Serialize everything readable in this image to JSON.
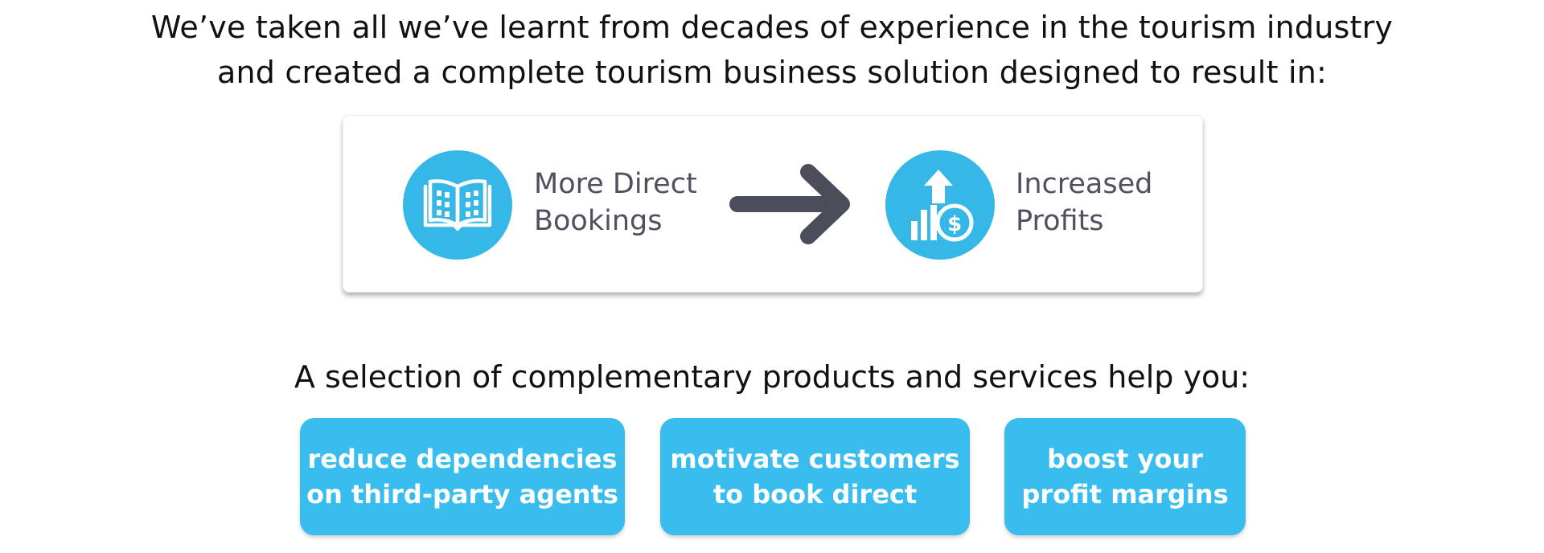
{
  "intro": {
    "line1": "We’ve taken all we’ve learnt from decades of experience in the tourism industry",
    "line2": "and created a complete tourism business solution designed to result in:"
  },
  "result_card": {
    "left": {
      "icon": "open-book-icon",
      "line1": "More Direct",
      "line2": "Bookings"
    },
    "arrow_icon": "arrow-right-icon",
    "right": {
      "icon": "profit-growth-icon",
      "line1": "Increased",
      "line2": "Profits"
    }
  },
  "subtitle": "A selection of complementary products and services help you:",
  "benefits": [
    {
      "line1": "reduce dependencies",
      "line2": "on third-party agents"
    },
    {
      "line1": "motivate customers",
      "line2": "to book direct"
    },
    {
      "line1": "boost your",
      "line2": "profit margins"
    }
  ],
  "colors": {
    "accent": "#38bdee",
    "icon_circle": "#35b7e8",
    "label_text": "#50505e",
    "arrow": "#4b4d5a"
  }
}
